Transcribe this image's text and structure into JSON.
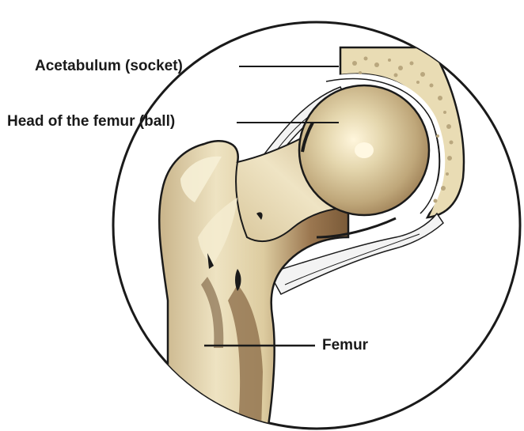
{
  "labels": {
    "acetabulum": "Acetabulum (socket)",
    "femoral_head": "Head of the femur (ball)",
    "femur": "Femur"
  },
  "colors": {
    "bone_light": "#efe6c8",
    "bone_mid": "#ddd0a6",
    "bone_dark": "#8a6a45",
    "bone_shadow": "#6b4e30",
    "cartilage": "#ffffff",
    "outline": "#1a1a1a",
    "marrow_dot": "#b9a77e"
  }
}
